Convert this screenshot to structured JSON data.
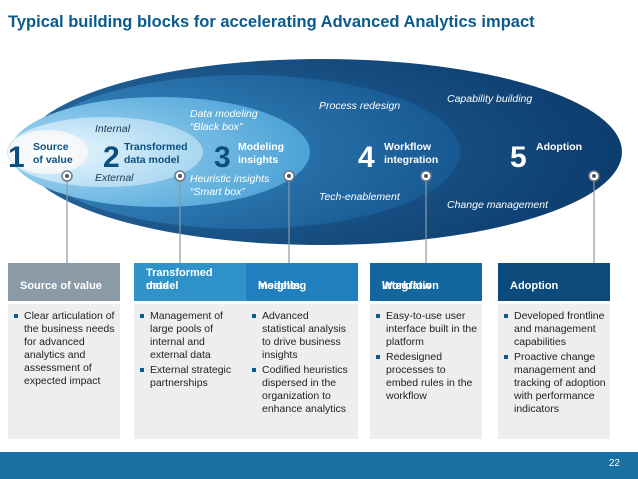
{
  "title": "Typical building blocks for accelerating Advanced Analytics impact",
  "stages": [
    {
      "number": "1",
      "label_line1": "Source",
      "label_line2": "of value"
    },
    {
      "number": "2",
      "label_line1": "Transformed",
      "label_line2": "data model"
    },
    {
      "number": "3",
      "label_line1": "Modeling",
      "label_line2": "insights"
    },
    {
      "number": "4",
      "label_line1": "Workflow",
      "label_line2": "integration"
    },
    {
      "number": "5",
      "label_line1": "Adoption",
      "label_line2": ""
    }
  ],
  "annotations": {
    "internal": "Internal",
    "external": "External",
    "data_modeling": "Data modeling",
    "black_box": "“Black box”",
    "heuristic_insights": "Heuristic insights",
    "smart_box": "“Smart box”",
    "process_redesign": "Process redesign",
    "tech_enablement": "Tech-enablement",
    "capability_building": "Capability building",
    "change_management": "Change management"
  },
  "columns": [
    {
      "header_line1": "",
      "header_line2": "Source of value",
      "color": "#8a9aa6",
      "bullets": [
        "Clear articulation of the business needs for advanced analytics and assessment of expected impact"
      ]
    },
    {
      "header_line1": "Transformed data",
      "header_line2": "model",
      "color": "#2f93c9",
      "bullets": [
        "Management of large pools of internal and external data",
        "External strategic partnerships"
      ]
    },
    {
      "header_line1": "Modeling",
      "header_line2": "insights",
      "color": "#1f7fbf",
      "bullets": [
        "Advanced statistical analysis to drive business insights",
        "Codified heuristics dispersed in the organization to enhance analytics"
      ]
    },
    {
      "header_line1": "Workflow",
      "header_line2": "integration",
      "color": "#14669f",
      "bullets": [
        "Easy-to-use user interface built in the platform",
        "Redesigned processes to embed rules in the workflow"
      ]
    },
    {
      "header_line1": "",
      "header_line2": "Adoption",
      "color": "#0c4a7c",
      "bullets": [
        "Developed frontline and management capabilities",
        "Proactive change management and tracking of adoption with performance indicators"
      ]
    }
  ],
  "footer": {
    "page_number": "22"
  }
}
